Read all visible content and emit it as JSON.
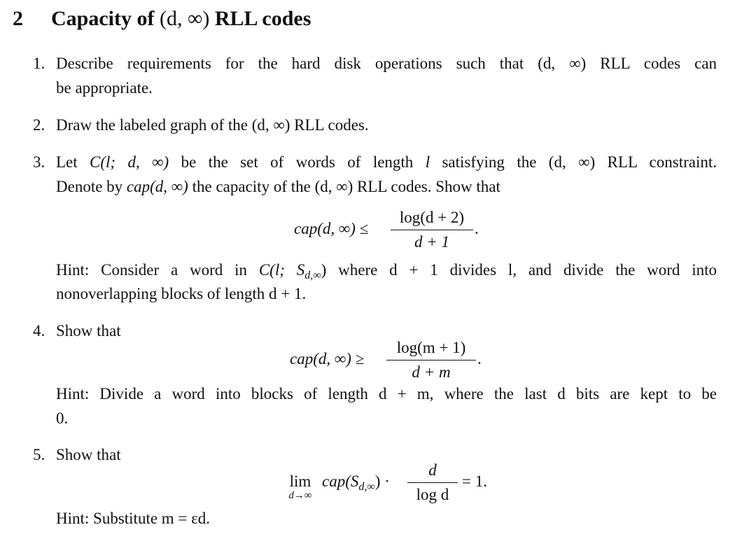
{
  "section": {
    "number": "2",
    "title_a": "Capacity of ",
    "title_math": "(d, ∞)",
    "title_b": " RLL codes"
  },
  "items": [
    {
      "num": "1.",
      "lines": [
        "Describe requirements for the hard disk operations such that (d, ∞) RLL codes can",
        "be appropriate."
      ]
    },
    {
      "num": "2.",
      "lines": [
        "Draw the labeled graph of the (d, ∞) RLL codes."
      ]
    },
    {
      "num": "3.",
      "l1a": "Let ",
      "l1m": "C(l; d, ∞)",
      "l1b": " be the set of words of length ",
      "l1c": "l",
      "l1d": " satisfying the (d, ∞) RLL constraint.",
      "l2a": "Denote by ",
      "l2m": "cap(d, ∞)",
      "l2b": " the capacity of the (d, ∞) RLL codes. Show that",
      "eq_lhs": "cap(d, ∞) ≤",
      "eq_num": "log(d + 2)",
      "eq_den": "d + 1",
      "eq_end": ".",
      "hint1a": "Hint: Consider a word in ",
      "hint1m": "C(l; S",
      "hint1s": "d,∞",
      "hint1b": ")",
      "hint1c": " where d + 1 divides l, and divide the word into",
      "hint2": "nonoverlapping blocks of length d + 1."
    },
    {
      "num": "4.",
      "l1": "Show that",
      "eq_lhs": "cap(d, ∞) ≥",
      "eq_num": "log(m + 1)",
      "eq_den": "d + m",
      "eq_end": ".",
      "hint1": "Hint: Divide a word into blocks of length d + m, where the last d bits are kept to be",
      "hint2": "0."
    },
    {
      "num": "5.",
      "l1": "Show that",
      "lim": "lim",
      "lim_sub": "d→∞",
      "eq_mid": "cap(S",
      "eq_sub": "d,∞",
      "eq_mid2": ") ·",
      "eq_num": "d",
      "eq_den": "log d",
      "eq_end": "= 1.",
      "hint": "Hint: Substitute m = εd."
    }
  ]
}
